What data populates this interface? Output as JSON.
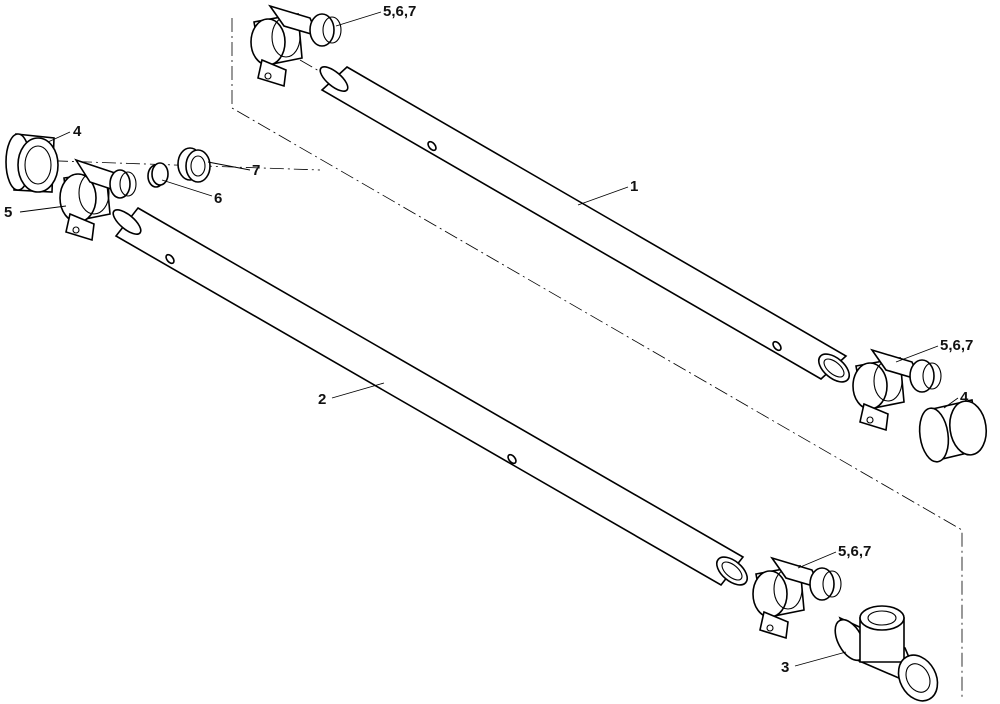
{
  "callouts": {
    "c1": "1",
    "c2": "2",
    "c3": "3",
    "c4_left": "4",
    "c4_right": "4",
    "c5": "5",
    "c6": "6",
    "c7": "7",
    "c567_top": "5,6,7",
    "c567_right": "5,6,7",
    "c567_bottom": "5,6,7"
  }
}
